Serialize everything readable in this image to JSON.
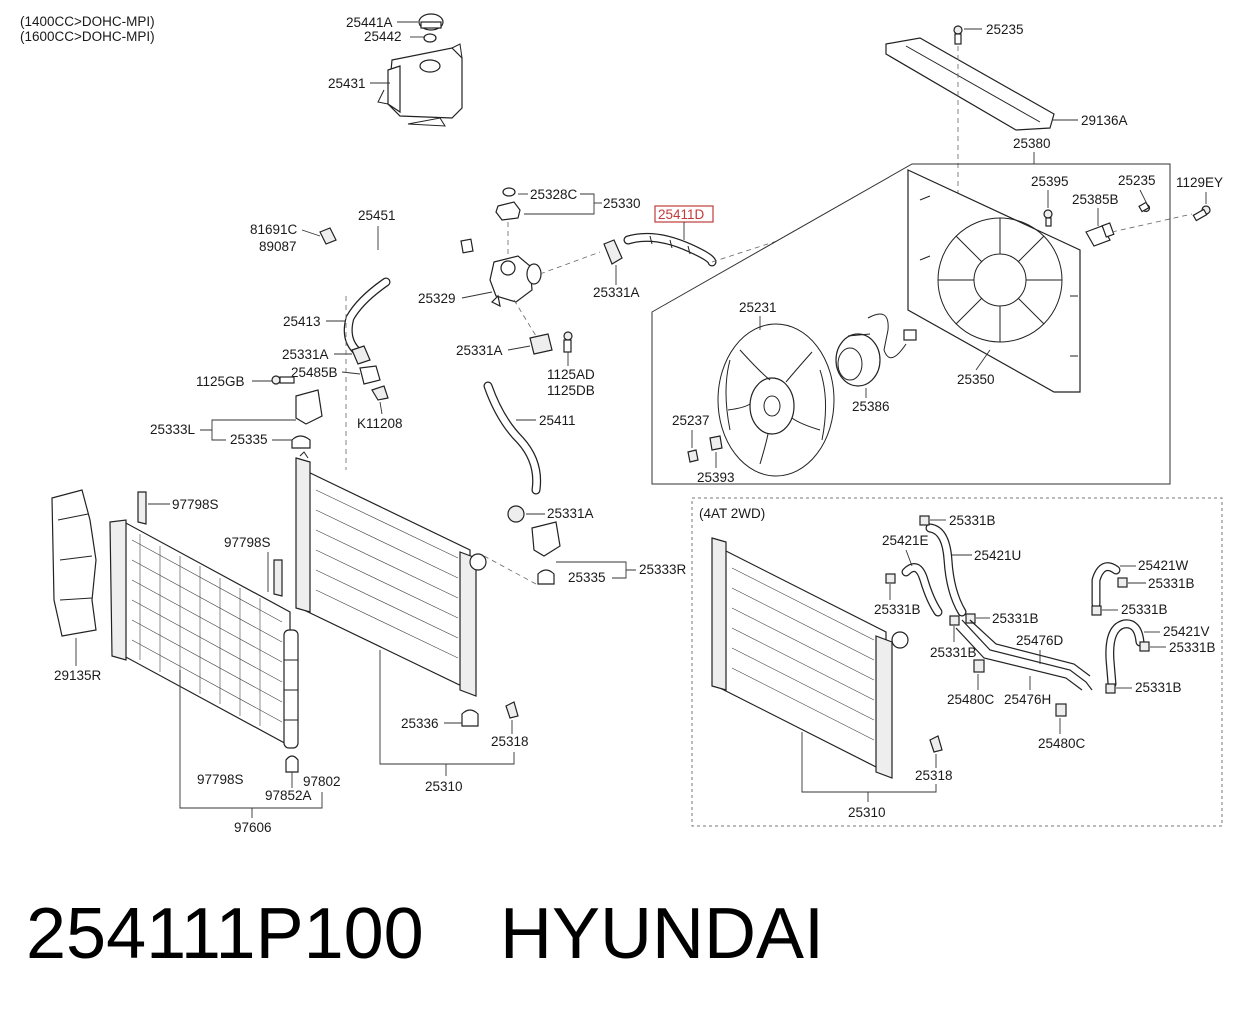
{
  "header": {
    "variant_1": "(1400CC>DOHC-MPI)",
    "variant_2": "(1600CC>DOHC-MPI)"
  },
  "inset_label": "(4AT 2WD)",
  "highlight_color": "#c23b3b",
  "part_labels": {
    "p25441A": "25441A",
    "p25442": "25442",
    "p25431": "25431",
    "p25451": "25451",
    "p81691C": "81691C",
    "p89087": "89087",
    "p25328C": "25328C",
    "p25330": "25330",
    "p25411D": "25411D",
    "p25331A_a": "25331A",
    "p25329": "25329",
    "p25413": "25413",
    "p25331A_b": "25331A",
    "p25485B": "25485B",
    "p1125GB": "1125GB",
    "pK11208": "K11208",
    "p25331A_c": "25331A",
    "p1125AD": "1125AD",
    "p1125DB": "1125DB",
    "p25411": "25411",
    "p25333L": "25333L",
    "p25335_a": "25335",
    "p25331A_d": "25331A",
    "p25335_b": "25335",
    "p25333R": "25333R",
    "p97798S_a": "97798S",
    "p97798S_b": "97798S",
    "p29135R": "29135R",
    "p25336": "25336",
    "p25318_a": "25318",
    "p25310_a": "25310",
    "p97798S_c": "97798S",
    "p97802": "97802",
    "p97852A": "97852A",
    "p97606": "97606",
    "p25235_a": "25235",
    "p29136A": "29136A",
    "p25380": "25380",
    "p25395": "25395",
    "p25235_b": "25235",
    "p1129EY": "1129EY",
    "p25385B": "25385B",
    "p25231": "25231",
    "p25386": "25386",
    "p25350": "25350",
    "p25237": "25237",
    "p25393": "25393",
    "p25331B_a": "25331B",
    "p25421E": "25421E",
    "p25421U": "25421U",
    "p25421W": "25421W",
    "p25331B_b": "25331B",
    "p25331B_c": "25331B",
    "p25331B_d": "25331B",
    "p25331B_e": "25331B",
    "p25421V": "25421V",
    "p25331B_f": "25331B",
    "p25476D": "25476D",
    "p25331B_g": "25331B",
    "p25331B_h": "25331B",
    "p25480C_a": "25480C",
    "p25476H": "25476H",
    "p25480C_b": "25480C",
    "p25318_b": "25318",
    "p25310_b": "25310"
  },
  "footer": {
    "part_number": "254111P100",
    "brand": "HYUNDAI"
  }
}
